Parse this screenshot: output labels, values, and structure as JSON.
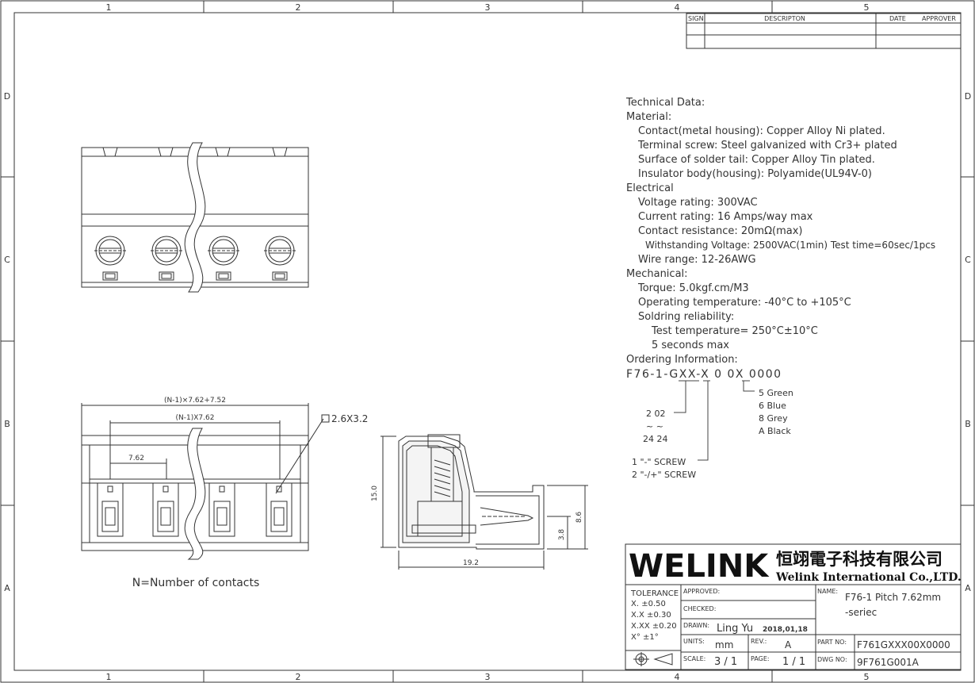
{
  "frame": {
    "cols": [
      "1",
      "2",
      "3",
      "4",
      "5"
    ],
    "rows": [
      "D",
      "C",
      "B",
      "A"
    ]
  },
  "revision_block": {
    "sign": "SIGN",
    "description": "DESCRIPTON",
    "date": "DATE",
    "approver": "APPROVER"
  },
  "technical_data": [
    "Technical Data:",
    "Material:",
    "Contact(metal housing): Copper Alloy Ni plated.",
    "Terminal screw: Steel galvanized with Cr3+ plated",
    "Surface of solder tail: Copper Alloy Tin plated.",
    "Insulator body(housing): Polyamide(UL94V-0)",
    "Electrical",
    "Voltage rating: 300VAC",
    "Current rating: 16 Amps/way max",
    "Contact resistance: 20mΩ(max)",
    "Withstanding Voltage: 2500VAC(1min) Test time=60sec/1pcs",
    "Wire range: 12-26AWG",
    "Mechanical:",
    "Torque: 5.0kgf.cm/M3",
    "Operating temperature: -40°C to +105°C",
    "Soldring reliability:",
    "Test temperature= 250°C±10°C",
    "5 seconds max",
    "Ordering Information:"
  ],
  "ordering": {
    "code": "F76-1-GXX-X 0 0X 0000",
    "colors": [
      "5  Green",
      "6  Blue",
      "8  Grey",
      "A  Black"
    ],
    "pins": [
      "2   02",
      "~   ~",
      "24  24"
    ],
    "screws": [
      "1  \"-\" SCREW",
      "2  \"-/+\" SCREW"
    ]
  },
  "dimensions": {
    "overall": "(N-1)×7.62+7.52",
    "pitch_span": "(N-1)X7.62",
    "pitch": "7.62",
    "hole": "2.6X3.2",
    "height": "15.0",
    "depth": "19.2",
    "pin_height": "8.6",
    "pin_offset": "3.8"
  },
  "note": "N=Number of contacts",
  "title_block": {
    "logo": "WELINK",
    "company_cn": "恒翊電子科技有限公司",
    "company_en": "Welink International Co.,LTD.",
    "tolerance_label": "TOLERANCE",
    "tolerances": [
      "X.   ±0.50",
      "X.X  ±0.30",
      "X.XX ±0.20",
      "X°   ±1°"
    ],
    "approved_label": "APPROVED:",
    "checked_label": "CHECKED:",
    "drawn_label": "DRAWN:",
    "drawn_by": "Ling Yu",
    "drawn_date": "2018,01,18",
    "units_label": "UNITS:",
    "units": "mm",
    "rev_label": "REV.:",
    "rev": "A",
    "scale_label": "SCALE:",
    "scale": "3 / 1",
    "page_label": "PAGE:",
    "page": "1 / 1",
    "name_label": "NAME:",
    "name_line1": "F76-1 Pitch 7.62mm",
    "name_line2": "-seriec",
    "part_no_label": "PART NO:",
    "part_no": "F761GXXX00X0000",
    "dwg_no_label": "DWG NO:",
    "dwg_no": "9F761G001A"
  }
}
